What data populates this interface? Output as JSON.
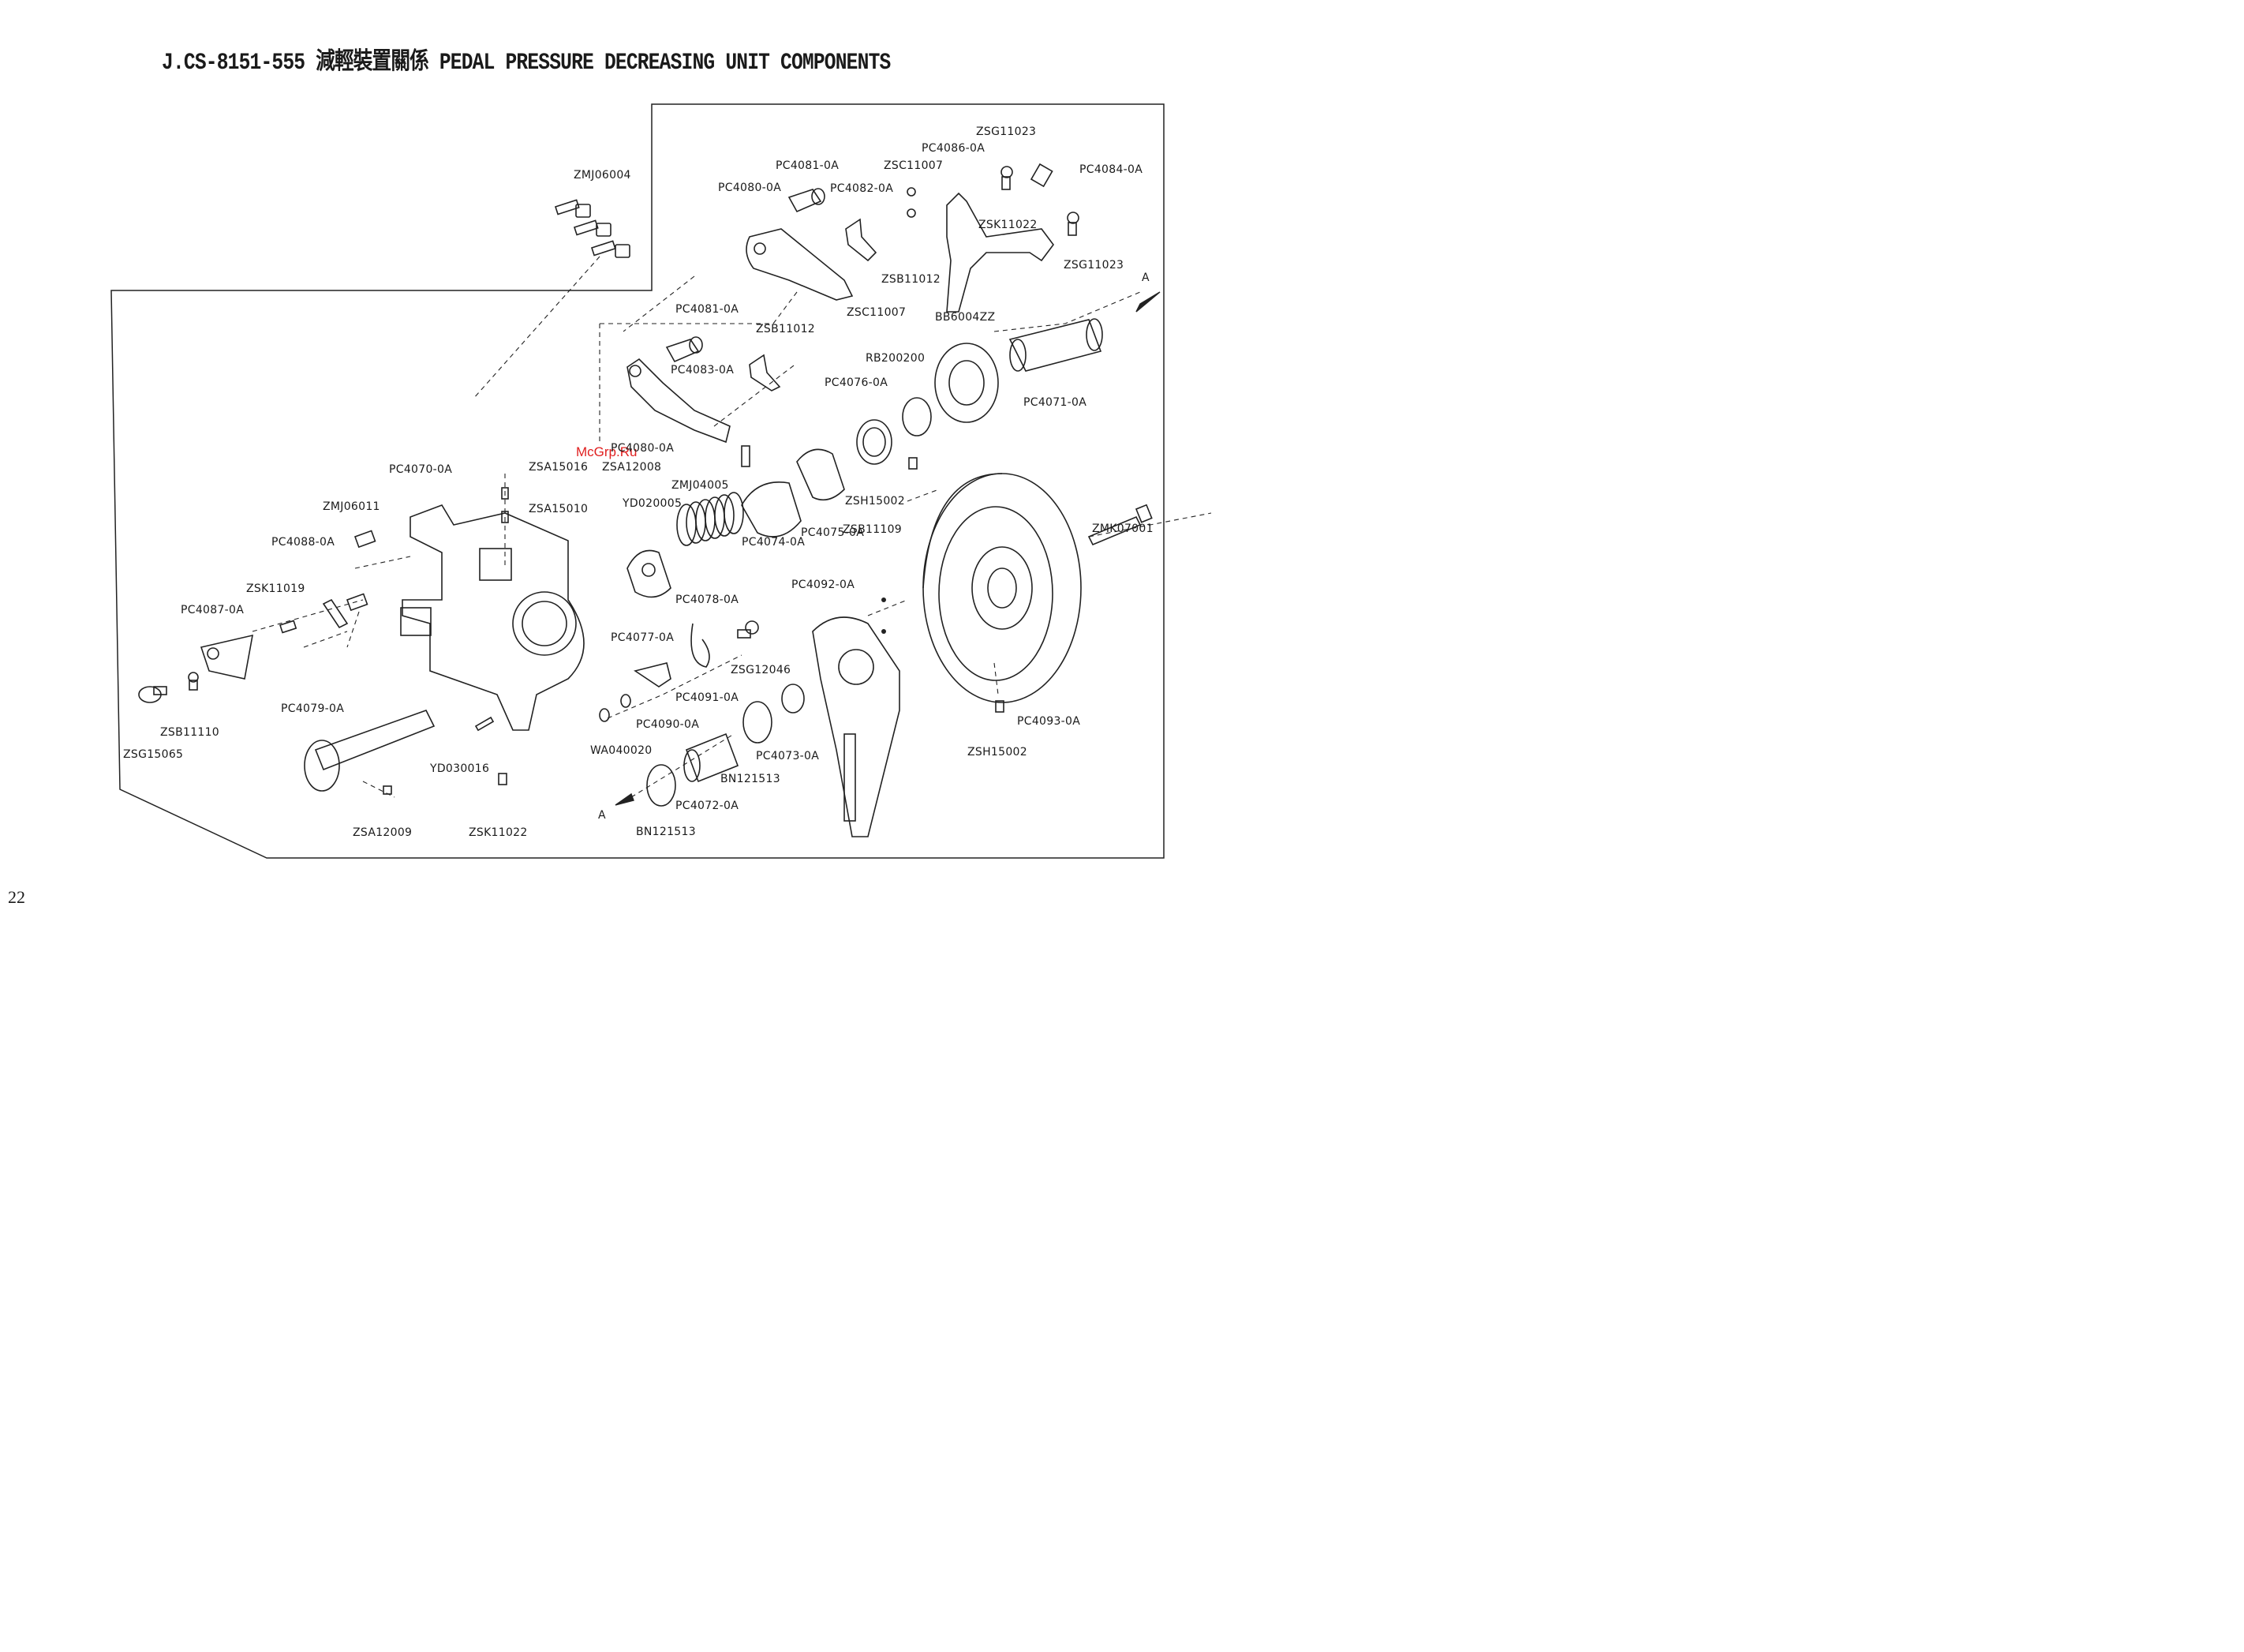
{
  "title": "J.CS-8151-555 減輕裝置關係 PEDAL PRESSURE DECREASING UNIT COMPONENTS",
  "page_number": "22",
  "watermark": "McGrp.Ru",
  "parts": {
    "zmj06004": "ZMJ06004",
    "pc4081_top": "PC4081-0A",
    "pc4080_top": "PC4080-0A",
    "pc4082": "PC4082-0A",
    "zsc11007_top": "ZSC11007",
    "pc4086": "PC4086-0A",
    "zsg11023_top": "ZSG11023",
    "pc4084": "PC4084-0A",
    "zsk11022_top": "ZSK11022",
    "zsg11023_right": "ZSG11023",
    "zsb11012_top": "ZSB11012",
    "pc4081_mid": "PC4081-0A",
    "zsc11007_mid": "ZSC11007",
    "zsb11012_mid": "ZSB11012",
    "bb6004zz": "BB6004ZZ",
    "pc4083": "PC4083-0A",
    "rb200200": "RB200200",
    "pc4076": "PC4076-0A",
    "pc4071": "PC4071-0A",
    "pc4080_mid": "PC4080-0A",
    "pc4070": "PC4070-0A",
    "zsa15016": "ZSA15016",
    "zsa12008": "ZSA12008",
    "zmj04005": "ZMJ04005",
    "zsa15010": "ZSA15010",
    "yd020005": "YD020005",
    "zsh15002_mid": "ZSH15002",
    "zmj06011": "ZMJ06011",
    "pc4075": "PC4075-0A",
    "pc4088": "PC4088-0A",
    "pc4074": "PC4074-0A",
    "zsb11109": "ZSB11109",
    "zmk07001": "ZMK07001",
    "zsk11019": "ZSK11019",
    "pc4092": "PC4092-0A",
    "pc4087": "PC4087-0A",
    "pc4078": "PC4078-0A",
    "pc4077": "PC4077-0A",
    "zsg12046": "ZSG12046",
    "pc4091": "PC4091-0A",
    "pc4079": "PC4079-0A",
    "pc4090": "PC4090-0A",
    "pc4093": "PC4093-0A",
    "zsb11110": "ZSB11110",
    "zsg15065": "ZSG15065",
    "wa040020": "WA040020",
    "pc4073": "PC4073-0A",
    "zsh15002_bot": "ZSH15002",
    "yd030016": "YD030016",
    "bn121513_top": "BN121513",
    "pc4072": "PC4072-0A",
    "zsa12009": "ZSA12009",
    "zsk11022_bot": "ZSK11022",
    "bn121513_bot": "BN121513",
    "arrow_a_right": "A",
    "arrow_a_left": "A"
  }
}
